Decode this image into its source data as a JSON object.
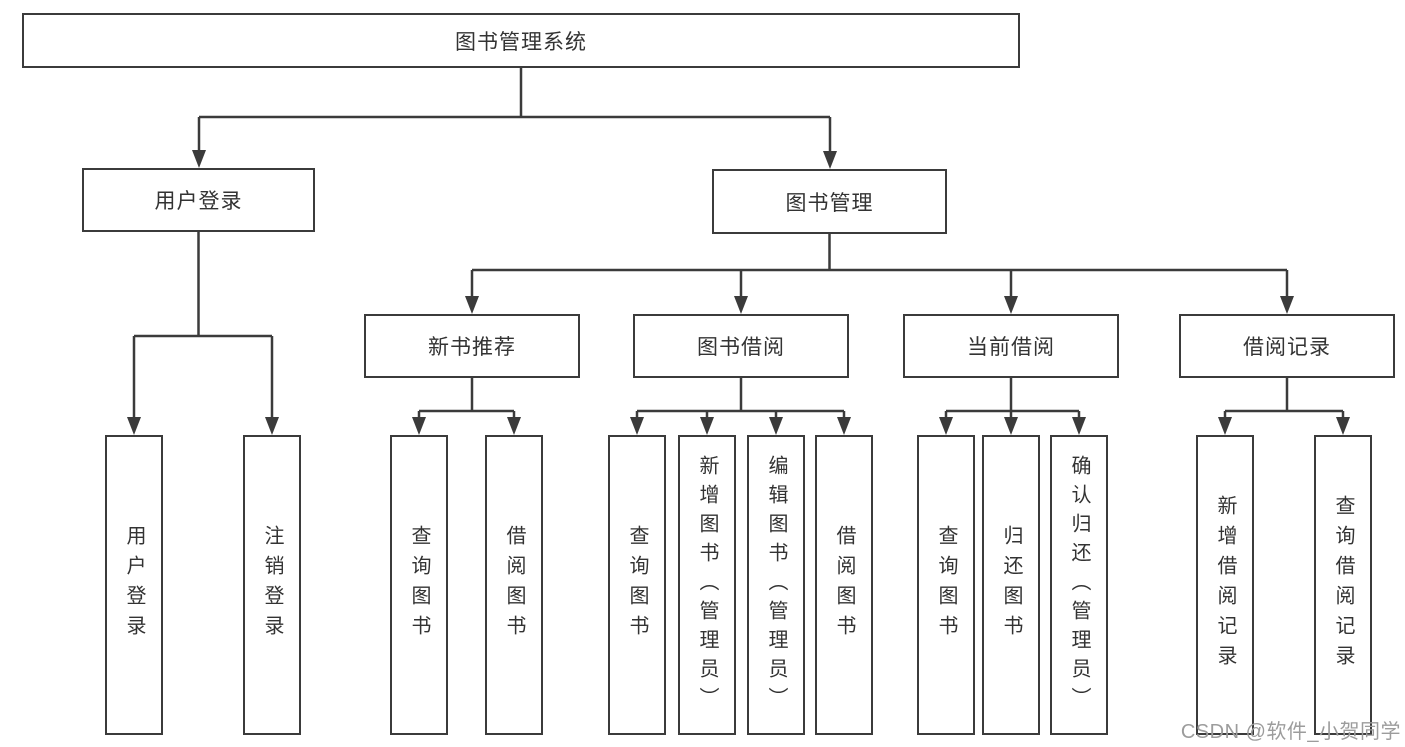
{
  "watermark": "CSDN @软件_小贺同学",
  "colors": {
    "line": "#3b3b3b",
    "box_border": "#3b3b3b",
    "text": "#333333",
    "background": "#ffffff",
    "watermark": "#9c9c9c"
  },
  "tree": {
    "label": "图书管理系统",
    "children": [
      {
        "label": "用户登录",
        "children": [
          {
            "label": "用户登录"
          },
          {
            "label": "注销登录"
          }
        ]
      },
      {
        "label": "图书管理",
        "children": [
          {
            "label": "新书推荐",
            "children": [
              {
                "label": "查询图书"
              },
              {
                "label": "借阅图书"
              }
            ]
          },
          {
            "label": "图书借阅",
            "children": [
              {
                "label": "查询图书"
              },
              {
                "label": "新增图书（管理员）"
              },
              {
                "label": "编辑图书（管理员）"
              },
              {
                "label": "借阅图书"
              }
            ]
          },
          {
            "label": "当前借阅",
            "children": [
              {
                "label": "查询图书"
              },
              {
                "label": "归还图书"
              },
              {
                "label": "确认归还（管理员）"
              }
            ]
          },
          {
            "label": "借阅记录",
            "children": [
              {
                "label": "新增借阅记录"
              },
              {
                "label": "查询借阅记录"
              }
            ]
          }
        ]
      }
    ]
  }
}
